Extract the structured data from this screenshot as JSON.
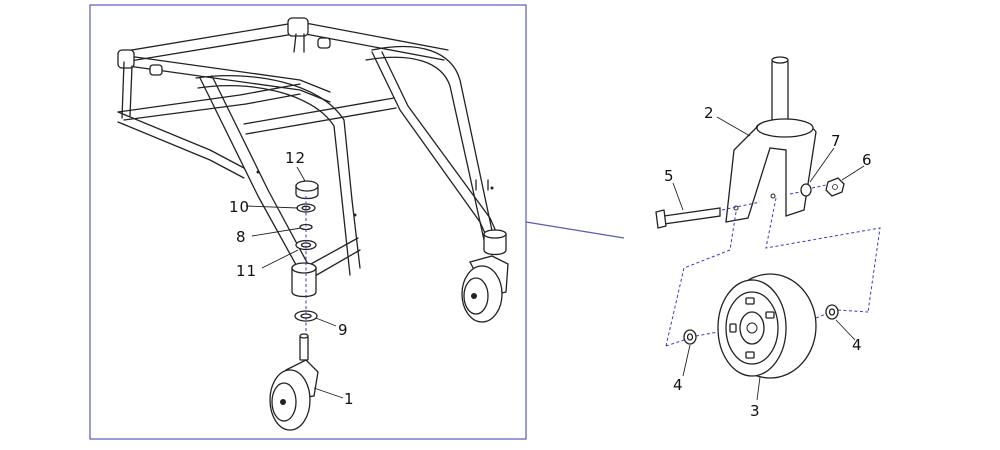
{
  "colors": {
    "border": "#5b5bb8",
    "line": "#222222",
    "dashed": "#3a3ac0",
    "background": "#ffffff"
  },
  "callouts": [
    {
      "id": "1",
      "text": "1"
    },
    {
      "id": "2",
      "text": "2"
    },
    {
      "id": "3",
      "text": "3"
    },
    {
      "id": "4a",
      "text": "4"
    },
    {
      "id": "4b",
      "text": "4"
    },
    {
      "id": "5",
      "text": "5"
    },
    {
      "id": "6",
      "text": "6"
    },
    {
      "id": "7",
      "text": "7"
    },
    {
      "id": "8",
      "text": "8"
    },
    {
      "id": "9",
      "text": "9"
    },
    {
      "id": "10",
      "text": "10"
    },
    {
      "id": "11",
      "text": "11"
    },
    {
      "id": "12",
      "text": "12"
    }
  ]
}
